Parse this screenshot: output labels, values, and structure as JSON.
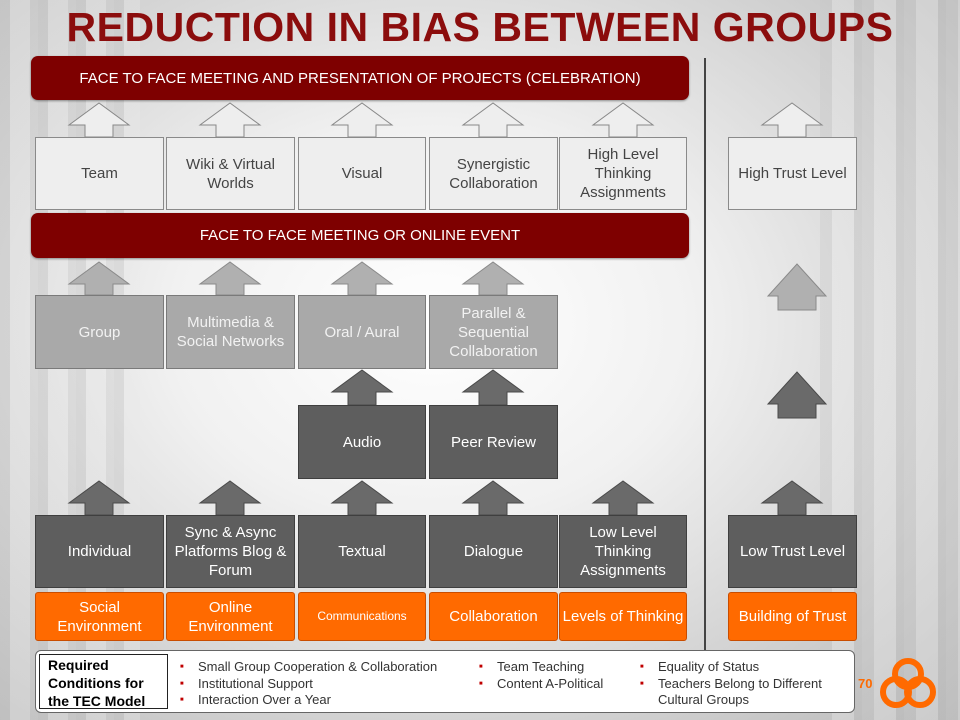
{
  "title": "REDUCTION IN BIAS BETWEEN GROUPS",
  "banners": {
    "top": "FACE TO FACE MEETING  AND PRESENTATION  OF PROJECTS (CELEBRATION)",
    "middle": "FACE TO FACE MEETING  OR ONLINE EVENT"
  },
  "row_top": [
    "Team",
    "Wiki & Virtual Worlds",
    "Visual",
    "Synergistic Collaboration",
    "High Level Thinking Assignments",
    "High Trust Level"
  ],
  "row_mid": [
    "Group",
    "Multimedia & Social Networks",
    "Oral / Aural",
    "Parallel & Sequential Collaboration"
  ],
  "row_dark_mid": [
    "Audio",
    "Peer Review"
  ],
  "row_bottom": [
    "Individual",
    "Sync & Async Platforms Blog & Forum",
    "Textual",
    "Dialogue",
    "Low Level Thinking Assignments",
    "Low Trust Level"
  ],
  "categories": [
    "Social Environment",
    "Online Environment",
    "Communications",
    "Collaboration",
    "Levels of Thinking",
    "Building of Trust"
  ],
  "footer": {
    "heading": "Required Conditions for the TEC Model",
    "col1": [
      "Small Group Cooperation & Collaboration",
      "Institutional Support",
      "Interaction Over a Year"
    ],
    "col2": [
      "Team Teaching",
      "Content A-Political"
    ],
    "col3": [
      "Equality of Status",
      "Teachers Belong to Different Cultural Groups"
    ]
  },
  "logo_text": "70",
  "colors": {
    "banner": "#7e0000",
    "category": "#ff6a00",
    "title": "#8b0d0d"
  }
}
